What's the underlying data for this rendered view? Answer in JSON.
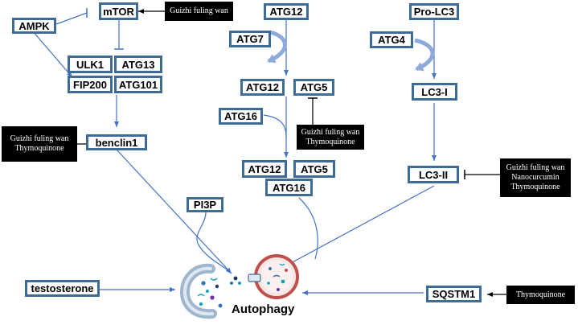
{
  "nodes": {
    "ampk": "AMPK",
    "mtor": "mTOR",
    "ulk1": "ULK1",
    "atg13_l": "ATG13",
    "fip200": "FIP200",
    "atg101": "ATG101",
    "benclin1": "benclin1",
    "pi3p": "PI3P",
    "testosterone": "testosterone",
    "atg12_top": "ATG12",
    "atg7": "ATG7",
    "atg12_mid": "ATG12",
    "atg5_mid": "ATG5",
    "atg16_mid": "ATG16",
    "atg12_low": "ATG12",
    "atg5_low": "ATG5",
    "atg16_low": "ATG16",
    "prolc3": "Pro-LC3",
    "atg4": "ATG4",
    "lc3i": "LC3-I",
    "lc3ii": "LC3-II",
    "sqstm1": "SQSTM1"
  },
  "inhibitors": {
    "mtor": [
      "Guizhi fuling wan"
    ],
    "benclin1": [
      "Guizhi fuling wan",
      "Thymoquinone"
    ],
    "atg5": [
      "Guizhi fuling wan",
      "Thymoquinone"
    ],
    "lc3ii": [
      "Guizhi fuling wan",
      "Nanocurcumin",
      "Thymoquinone"
    ],
    "sqstm1": [
      "Thymoquinone"
    ]
  },
  "autophagy_label": "Autophagy",
  "colors": {
    "box_border": "#3f6b97",
    "arrow": "#4472c4",
    "inhibitor_line": "#000000",
    "recycle_arrow": "#8ea9db",
    "lysosome_ring": "#c0504d",
    "lysosome_fill": "#fbe6e6",
    "phagophore": "#9fb6cd"
  }
}
